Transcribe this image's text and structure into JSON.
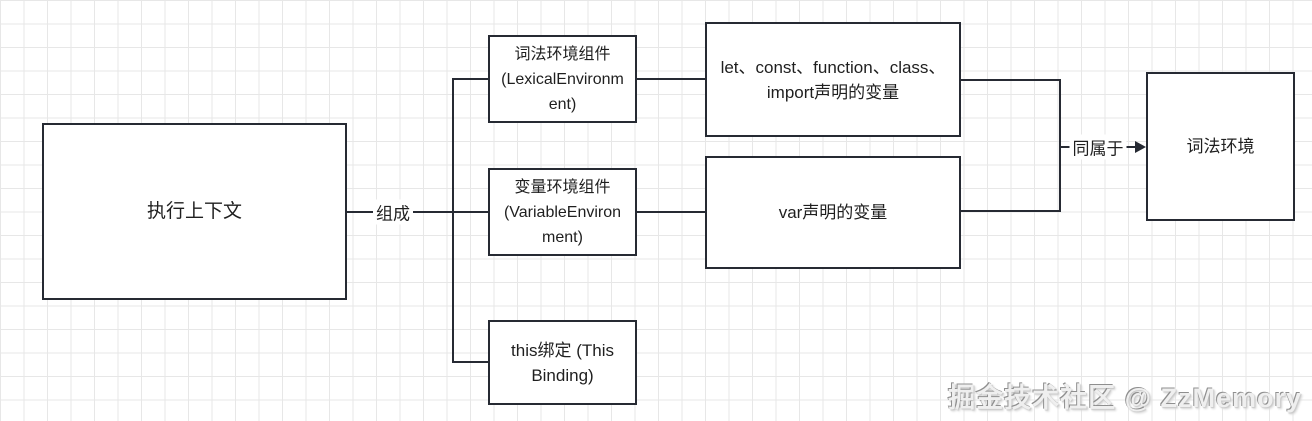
{
  "diagram": {
    "nodes": {
      "execution_context": {
        "label": "执行上下文"
      },
      "lexical_component": {
        "lines": [
          "词法环境组件",
          "(LexicalEnvironm",
          "ent)"
        ]
      },
      "variable_component": {
        "lines": [
          "变量环境组件",
          "(VariableEnviron",
          "ment)"
        ]
      },
      "this_binding": {
        "lines": [
          "this绑定 (This",
          "Binding)"
        ]
      },
      "let_const_vars": {
        "lines": [
          "let、const、function、class、",
          "import声明的变量"
        ]
      },
      "var_vars": {
        "label": "var声明的变量"
      },
      "lexical_environment": {
        "label": "词法环境"
      }
    },
    "edge_labels": {
      "compose": "组成",
      "belong": "同属于"
    },
    "colors": {
      "stroke": "#262a33",
      "grid": "#e7e7e7",
      "text": "#1f1f1f",
      "background": "#ffffff"
    }
  },
  "watermark": {
    "text": "掘金技术社区 @ ZzMemory"
  }
}
